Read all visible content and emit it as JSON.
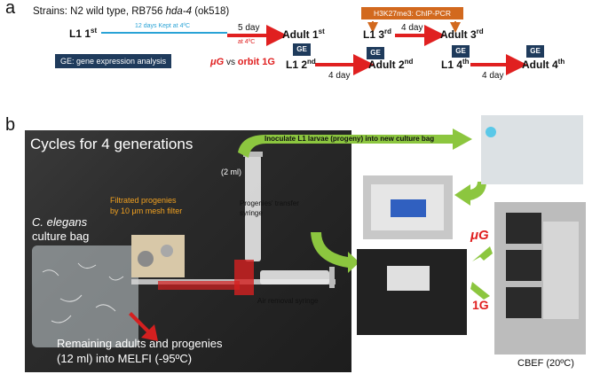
{
  "panel_a": {
    "letter": "a",
    "strains": "Strains: N2 wild type, RB756 ",
    "strain_gene": "hda-4",
    "strain_allele": " (ok518)",
    "l1_1": {
      "base": "L1 1",
      "sup": "st"
    },
    "adult_1": {
      "base": "Adult 1",
      "sup": "st"
    },
    "l1_2": {
      "base": "L1 2",
      "sup": "nd"
    },
    "adult_2": {
      "base": "Adult 2",
      "sup": "nd"
    },
    "l1_3": {
      "base": "L1 3",
      "sup": "rd"
    },
    "adult_3": {
      "base": "Adult 3",
      "sup": "rd"
    },
    "l1_4": {
      "base": "L1 4",
      "sup": "th"
    },
    "adult_4": {
      "base": "Adult 4",
      "sup": "th"
    },
    "storage_note": "12 days  Kept at 4ºC",
    "five_day": "5 day",
    "at_4c": "at 4ºC",
    "four_day": "4 day",
    "ge": "GE",
    "ge_legend": "GE: gene expression analysis",
    "mu_g": "μG",
    "vs": " vs ",
    "orbit": "orbit 1G",
    "chip": "H3K27me3: ChIP-PCR",
    "colors": {
      "blue_line": "#29a3d6",
      "red_arrow": "#e02020",
      "ge_box": "#1f3b5c",
      "chip_box": "#d2691e"
    }
  },
  "panel_b": {
    "letter": "b",
    "title": "Cycles for 4 generations",
    "inoculate": "Inoculate L1 larvae (progeny) into new culture bag",
    "two_ml": "(2 ml)",
    "filtrated_1": "Filtrated progenies",
    "filtrated_2": "by 10 μm mesh filter",
    "transfer_1": "Progenies' transfer",
    "transfer_2": "syringe",
    "celegans_1": "C. elegans",
    "celegans_2": "culture bag",
    "air_removal": "Air removal syringe",
    "remaining_1": "Remaining adults and progenies",
    "remaining_2": "(12 ml) into MELFI (-95ºC)",
    "mu_g": "μG",
    "one_g": "1G",
    "cbef": "CBEF (20ºC)",
    "colors": {
      "green_arrow": "#8cc63f",
      "red_arrow": "#d42020"
    }
  }
}
